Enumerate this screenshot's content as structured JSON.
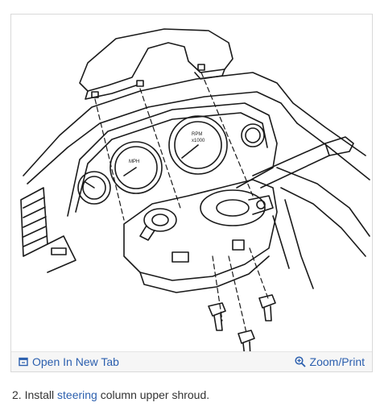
{
  "viewer": {
    "open_tab_label": "Open In New Tab",
    "zoom_label": "Zoom/Print",
    "figure_text": {
      "speedometer_unit": "MPH",
      "tach_unit": "RPM",
      "tach_scale": "x1000"
    }
  },
  "caption": {
    "prefix": "2. Install ",
    "link_text": "steering",
    "suffix": " column upper shroud."
  },
  "colors": {
    "link": "#2b5fae",
    "line_art": "#1a1a1a"
  }
}
